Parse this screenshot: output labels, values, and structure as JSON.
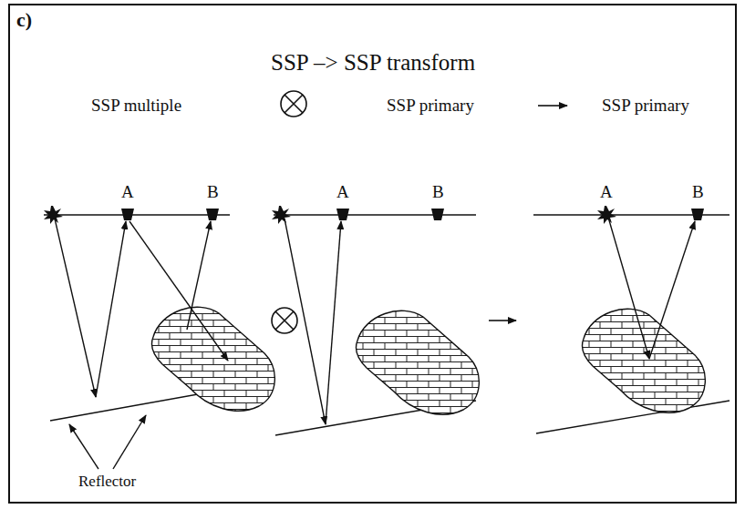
{
  "diagram": {
    "title": "SSP –> SSP transform",
    "labels": [
      "c)",
      "SSP multiple",
      "SSP primary",
      "SSP primary",
      "A",
      "B",
      "A",
      "B",
      "A",
      "B",
      "Reflector"
    ]
  }
}
